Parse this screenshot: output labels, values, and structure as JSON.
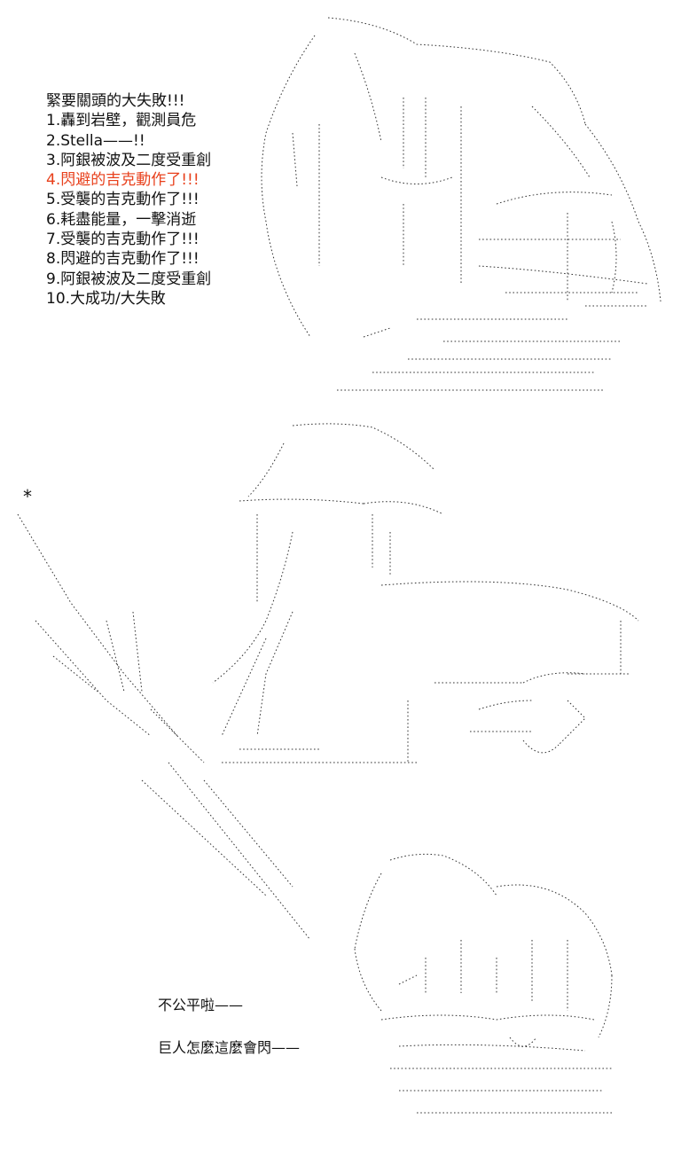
{
  "top_list": {
    "items": [
      "緊要關頭的大失敗!!!",
      "1.轟到岩壁，觀測員危",
      "2.Stella——!!",
      "3.阿銀被波及二度受重創",
      "4.閃避的吉克動作了!!!",
      "5.受襲的吉克動作了!!!",
      "6.耗盡能量，一擊消逝",
      "7.受襲的吉克動作了!!!",
      "8.閃避的吉克動作了!!!",
      "9.阿銀被波及二度受重創",
      "10.大成功/大失敗"
    ],
    "highlight_color": "#e8401c"
  },
  "captions": {
    "line1": "不公平啦——",
    "line2": "巨人怎麼這麼會閃——"
  },
  "star": "*"
}
